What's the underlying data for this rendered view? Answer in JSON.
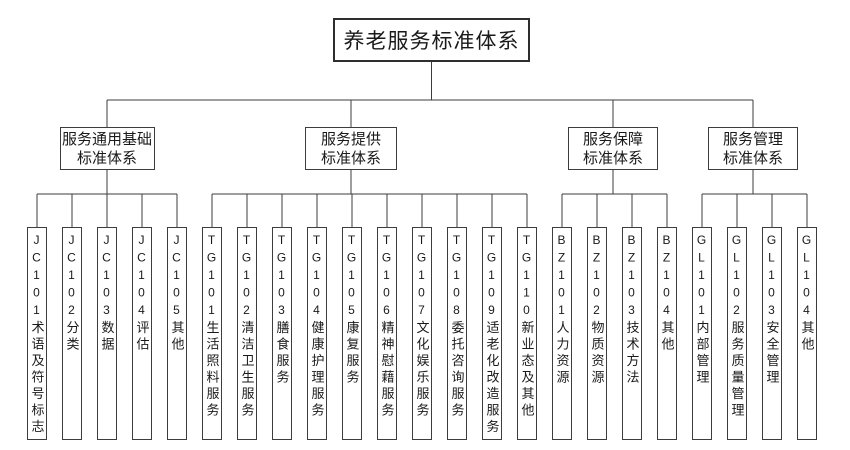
{
  "diagram_title": "养老服务标准体系",
  "root": {
    "label": "养老服务标准体系"
  },
  "groups": [
    {
      "branch": {
        "label_line1": "服务通用基础",
        "label_line2": "标准体系"
      },
      "leaves": [
        {
          "code": "JC101",
          "label": "术语及符号标志"
        },
        {
          "code": "JC102",
          "label": "分类"
        },
        {
          "code": "JC103",
          "label": "数据"
        },
        {
          "code": "JC104",
          "label": "评估"
        },
        {
          "code": "JC105",
          "label": "其他"
        }
      ]
    },
    {
      "branch": {
        "label_line1": "服务提供",
        "label_line2": "标准体系"
      },
      "leaves": [
        {
          "code": "TG101",
          "label": "生活照料服务"
        },
        {
          "code": "TG102",
          "label": "清洁卫生服务"
        },
        {
          "code": "TG103",
          "label": "膳食服务"
        },
        {
          "code": "TG104",
          "label": "健康护理服务"
        },
        {
          "code": "TG105",
          "label": "康复服务"
        },
        {
          "code": "TG106",
          "label": "精神慰藉服务"
        },
        {
          "code": "TG107",
          "label": "文化娱乐服务"
        },
        {
          "code": "TG108",
          "label": "委托咨询服务"
        },
        {
          "code": "TG109",
          "label": "适老化改造服务"
        },
        {
          "code": "TG110",
          "label": "新业态及其他"
        }
      ]
    },
    {
      "branch": {
        "label_line1": "服务保障",
        "label_line2": "标准体系"
      },
      "leaves": [
        {
          "code": "BZ101",
          "label": "人力资源"
        },
        {
          "code": "BZ102",
          "label": "物质资源"
        },
        {
          "code": "BZ103",
          "label": "技术方法"
        },
        {
          "code": "BZ104",
          "label": "其他"
        }
      ]
    },
    {
      "branch": {
        "label_line1": "服务管理",
        "label_line2": "标准体系"
      },
      "leaves": [
        {
          "code": "GL101",
          "label": "内部管理"
        },
        {
          "code": "GL102",
          "label": "服务质量管理"
        },
        {
          "code": "GL103",
          "label": "安全管理"
        },
        {
          "code": "GL104",
          "label": "其他"
        }
      ]
    }
  ],
  "colors": {
    "line": "#3d3d3d",
    "border": "#3d3d3d",
    "text": "#1a1a1a",
    "background": "#ffffff"
  }
}
